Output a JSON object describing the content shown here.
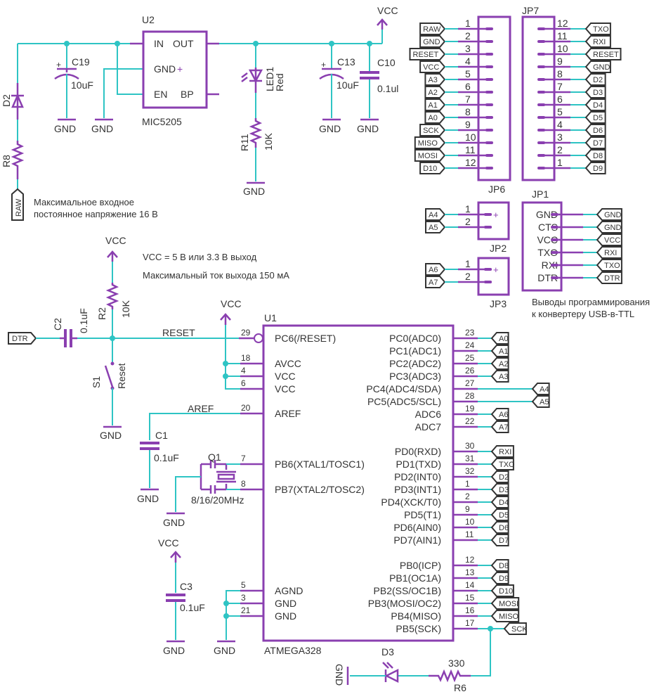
{
  "colors": {
    "wire": "#2ec4c4",
    "component": "#8a3fb0",
    "text": "#333333",
    "label_border": "#333333"
  },
  "regulator": {
    "ref": "U2",
    "part": "MIC5205",
    "pins": {
      "in": "IN",
      "out": "OUT",
      "gnd": "GND",
      "en": "EN",
      "bp": "BP"
    },
    "gnd_plus": "+"
  },
  "power_section": {
    "d2": "D2",
    "r8": "R8",
    "raw_label": "RAW",
    "c19": {
      "ref": "C19",
      "value": "10uF"
    },
    "c13": {
      "ref": "C13",
      "value": "10uF"
    },
    "c10": {
      "ref": "C10",
      "value": "0.1ul"
    },
    "led1": {
      "ref": "LED1",
      "value": "Red"
    },
    "r11": {
      "ref": "R11",
      "value": "10K"
    },
    "vcc": "VCC",
    "gnd": "GND",
    "note_input_1": "Максимальное входное",
    "note_input_2": "постоянное напряжение 16 В",
    "note_vcc": "VCC = 5 В или 3.3 В выход",
    "note_current": "Максимальный ток выхода 150 мА"
  },
  "jp6": {
    "ref": "JP6",
    "pins": [
      {
        "num": "1",
        "net": "RAW"
      },
      {
        "num": "2",
        "net": "GND"
      },
      {
        "num": "3",
        "net": "RESET"
      },
      {
        "num": "4",
        "net": "VCC"
      },
      {
        "num": "5",
        "net": "A3"
      },
      {
        "num": "6",
        "net": "A2"
      },
      {
        "num": "7",
        "net": "A1"
      },
      {
        "num": "8",
        "net": "A0"
      },
      {
        "num": "9",
        "net": "SCK"
      },
      {
        "num": "10",
        "net": "MISO"
      },
      {
        "num": "11",
        "net": "MOSI"
      },
      {
        "num": "12",
        "net": "D10"
      }
    ]
  },
  "jp7": {
    "ref": "JP7",
    "pins": [
      {
        "num": "12",
        "net": "TXO"
      },
      {
        "num": "11",
        "net": "RXI"
      },
      {
        "num": "10",
        "net": "RESET"
      },
      {
        "num": "9",
        "net": "GND"
      },
      {
        "num": "8",
        "net": "D2"
      },
      {
        "num": "7",
        "net": "D3"
      },
      {
        "num": "6",
        "net": "D4"
      },
      {
        "num": "5",
        "net": "D5"
      },
      {
        "num": "4",
        "net": "D6"
      },
      {
        "num": "3",
        "net": "D7"
      },
      {
        "num": "2",
        "net": "D8"
      },
      {
        "num": "1",
        "net": "D9"
      }
    ]
  },
  "jp2": {
    "ref": "JP2",
    "pins": [
      {
        "num": "1",
        "net": "A4"
      },
      {
        "num": "2",
        "net": "A5"
      }
    ]
  },
  "jp3": {
    "ref": "JP3",
    "pins": [
      {
        "num": "1",
        "net": "A6"
      },
      {
        "num": "2",
        "net": "A7"
      }
    ]
  },
  "jp1": {
    "ref": "JP1",
    "pins": [
      {
        "name": "GND",
        "net": "GND"
      },
      {
        "name": "CTS",
        "net": "GND"
      },
      {
        "name": "VCC",
        "net": "VCC"
      },
      {
        "name": "TXO",
        "net": "RXI"
      },
      {
        "name": "RXI",
        "net": "TXO"
      },
      {
        "name": "DTR",
        "net": "DTR"
      }
    ],
    "note_1": "Выводы программирования",
    "note_2": "к конвертеру USB-в-TTL"
  },
  "reset_section": {
    "dtr": "DTR",
    "c2": {
      "ref": "C2",
      "value": "0.1uF"
    },
    "r2": {
      "ref": "R2",
      "value": "10K"
    },
    "s1": {
      "ref": "S1",
      "value": "Reset"
    },
    "net_reset": "RESET",
    "vcc": "VCC",
    "gnd": "GND"
  },
  "aref_section": {
    "net": "AREF",
    "c1": {
      "ref": "C1",
      "value": "0.1uF"
    },
    "gnd": "GND",
    "q1": {
      "ref": "Q1",
      "value": "8/16/20MHz"
    },
    "gnd2": "GND"
  },
  "c3_section": {
    "vcc": "VCC",
    "c3": {
      "ref": "C3",
      "value": "0.1uF"
    },
    "gnd": "GND",
    "gnd2": "GND"
  },
  "mcu": {
    "ref": "U1",
    "part": "ATMEGA328",
    "left_pins": [
      {
        "num": "29",
        "name": "PC6(/RESET)"
      },
      {
        "num": "18",
        "name": "AVCC"
      },
      {
        "num": "4",
        "name": "VCC"
      },
      {
        "num": "6",
        "name": "VCC"
      },
      {
        "num": "20",
        "name": "AREF"
      },
      {
        "num": "7",
        "name": "PB6(XTAL1/TOSC1)"
      },
      {
        "num": "8",
        "name": "PB7(XTAL2/TOSC2)"
      },
      {
        "num": "5",
        "name": "AGND"
      },
      {
        "num": "3",
        "name": "GND"
      },
      {
        "num": "21",
        "name": "GND"
      }
    ],
    "right_pins": [
      {
        "num": "23",
        "name": "PC0(ADC0)",
        "net": "A0"
      },
      {
        "num": "24",
        "name": "PC1(ADC1)",
        "net": "A1"
      },
      {
        "num": "25",
        "name": "PC2(ADC2)",
        "net": "A2"
      },
      {
        "num": "26",
        "name": "PC3(ADC3)",
        "net": "A3"
      },
      {
        "num": "27",
        "name": "PC4(ADC4/SDA)",
        "net": "A4"
      },
      {
        "num": "28",
        "name": "PC5(ADC5/SCL)",
        "net": "A5"
      },
      {
        "num": "19",
        "name": "ADC6",
        "net": "A6"
      },
      {
        "num": "22",
        "name": "ADC7",
        "net": "A7"
      },
      {
        "num": "30",
        "name": "PD0(RXD)",
        "net": "RXI"
      },
      {
        "num": "31",
        "name": "PD1(TXD)",
        "net": "TXO"
      },
      {
        "num": "32",
        "name": "PD2(INT0)",
        "net": "D2"
      },
      {
        "num": "1",
        "name": "PD3(INT1)",
        "net": "D3"
      },
      {
        "num": "2",
        "name": "PD4(XCK/T0)",
        "net": "D4"
      },
      {
        "num": "9",
        "name": "PD5(T1)",
        "net": "D5"
      },
      {
        "num": "10",
        "name": "PD6(AIN0)",
        "net": "D6"
      },
      {
        "num": "11",
        "name": "PD7(AIN1)",
        "net": "D7"
      },
      {
        "num": "12",
        "name": "PB0(ICP)",
        "net": "D8"
      },
      {
        "num": "13",
        "name": "PB1(OC1A)",
        "net": "D9"
      },
      {
        "num": "14",
        "name": "PB2(SS/OC1B)",
        "net": "D10"
      },
      {
        "num": "15",
        "name": "PB3(MOSI/OC2)",
        "net": "MOSI"
      },
      {
        "num": "16",
        "name": "PB4(MISO)",
        "net": "MISO"
      },
      {
        "num": "17",
        "name": "PB5(SCK)",
        "net": "SCK"
      }
    ]
  },
  "sck_led": {
    "d3": "D3",
    "r6": {
      "ref": "R6",
      "value": "330"
    },
    "gnd": "GND"
  }
}
